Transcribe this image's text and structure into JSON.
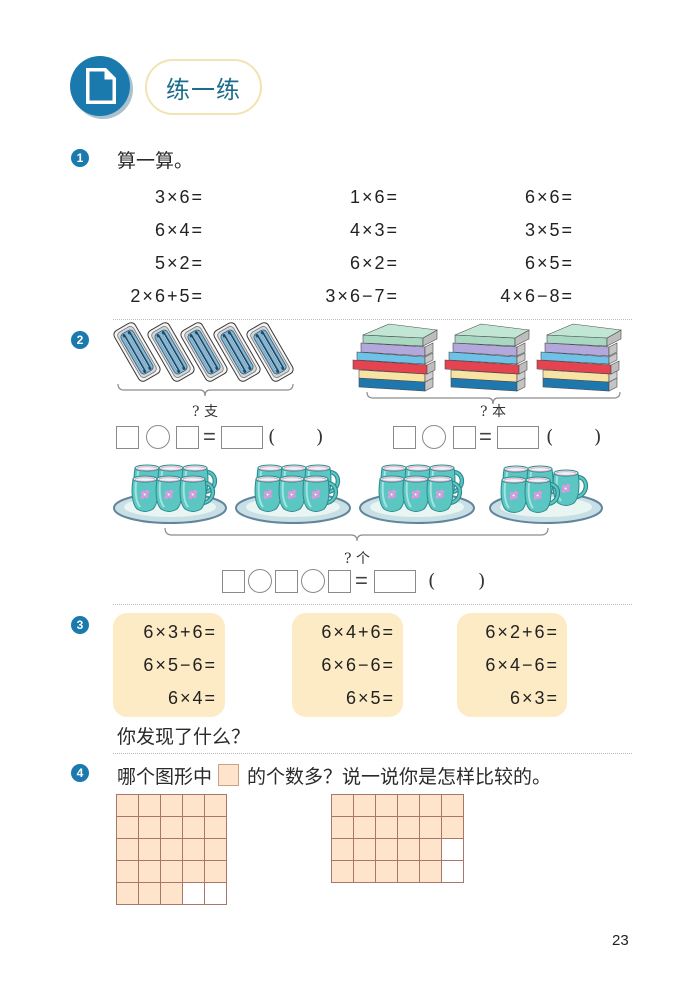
{
  "colors": {
    "accent": "#1a7aae",
    "title": "#1c6d8d",
    "cell_fill": "#fde4cb",
    "box_fill": "#fdebc5"
  },
  "header": {
    "icon": "document-icon",
    "section_title": "练一练"
  },
  "q1": {
    "number": "1",
    "prompt": "算一算。",
    "columns": [
      [
        "3×6=",
        "6×4=",
        "5×2=",
        "2×6+5="
      ],
      [
        "1×6=",
        "4×3=",
        "6×2=",
        "3×6−7="
      ],
      [
        "6×6=",
        "3×5=",
        "6×5=",
        "4×6−8="
      ]
    ]
  },
  "q2": {
    "number": "2",
    "pens": {
      "label": "? 支",
      "boxes": 5,
      "pens_per_box": 2
    },
    "books": {
      "label": "? 本",
      "stacks": 3,
      "books_per_stack": 6
    },
    "cups": {
      "label": "? 个",
      "cups_per_plate": [
        6,
        6,
        6,
        5
      ]
    },
    "answer": {
      "equals": "=",
      "paren_open": "(",
      "paren_close": ")"
    }
  },
  "q3": {
    "number": "3",
    "groups": [
      [
        "6×3+6=",
        "6×5−6=",
        "6×4="
      ],
      [
        "6×4+6=",
        "6×6−6=",
        "6×5="
      ],
      [
        "6×2+6=",
        "6×4−6=",
        "6×3="
      ]
    ],
    "question": "你发现了什么？"
  },
  "q4": {
    "number": "4",
    "prompt_before": "哪个图形中",
    "prompt_after": "的个数多？说一说你是怎样比较的。",
    "grids": [
      {
        "rows": 5,
        "cols": 5,
        "empty": [
          "4,3",
          "4,4"
        ]
      },
      {
        "rows": 4,
        "cols": 6,
        "empty": [
          "2,5",
          "3,5"
        ]
      }
    ]
  },
  "page_number": "23"
}
